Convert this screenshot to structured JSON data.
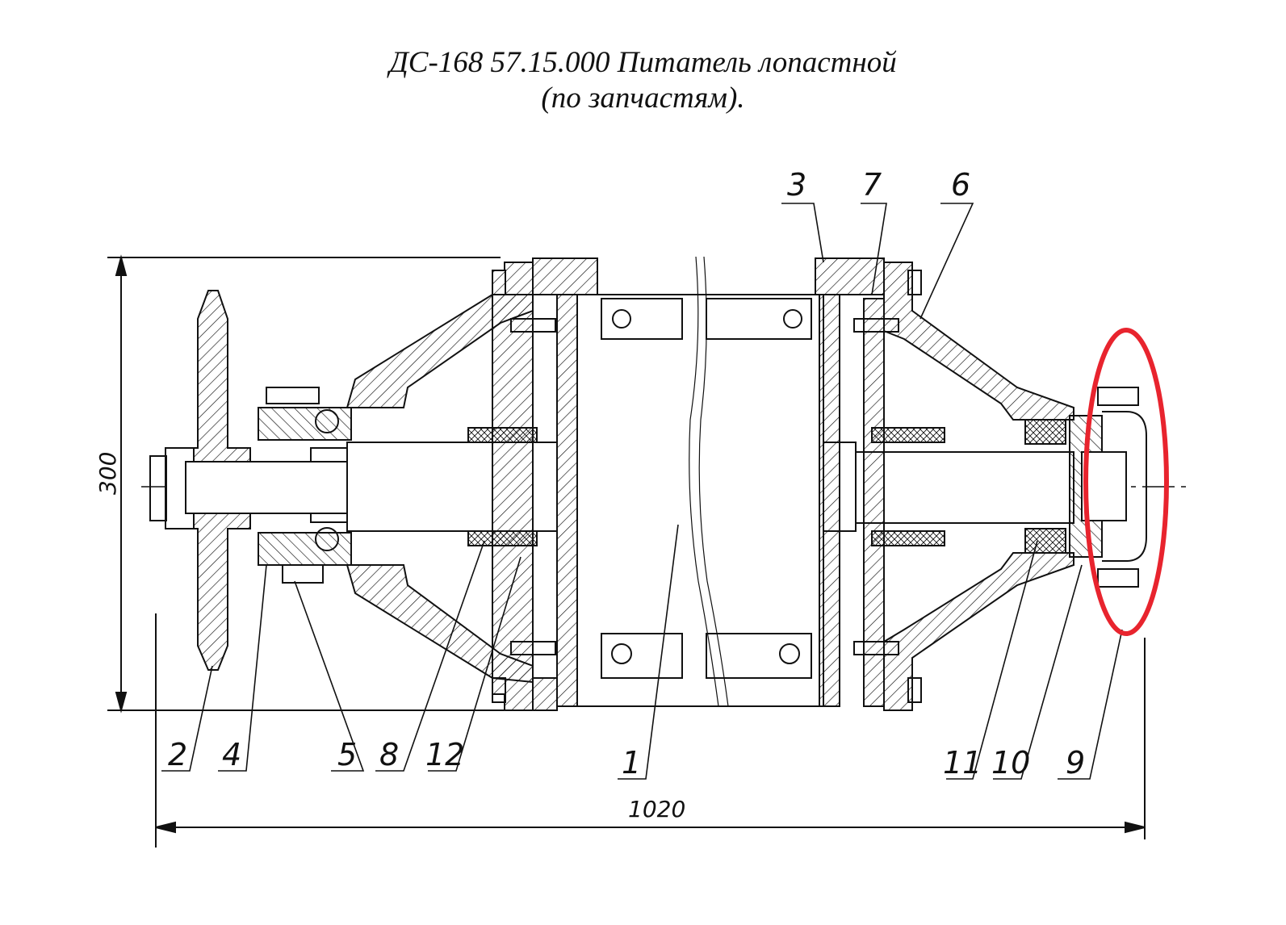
{
  "title": {
    "line1": "ДС-168 57.15.000 Питатель лопастной",
    "line2": "(по запчастям)."
  },
  "dimensions": {
    "height": "300",
    "length": "1020"
  },
  "callouts": {
    "c1": "1",
    "c2": "2",
    "c3": "3",
    "c4": "4",
    "c5": "5",
    "c6": "6",
    "c7": "7",
    "c8": "8",
    "c9": "9",
    "c10": "10",
    "c11": "11",
    "c12": "12"
  },
  "colors": {
    "line": "#111111",
    "highlight": "#e8242e"
  }
}
